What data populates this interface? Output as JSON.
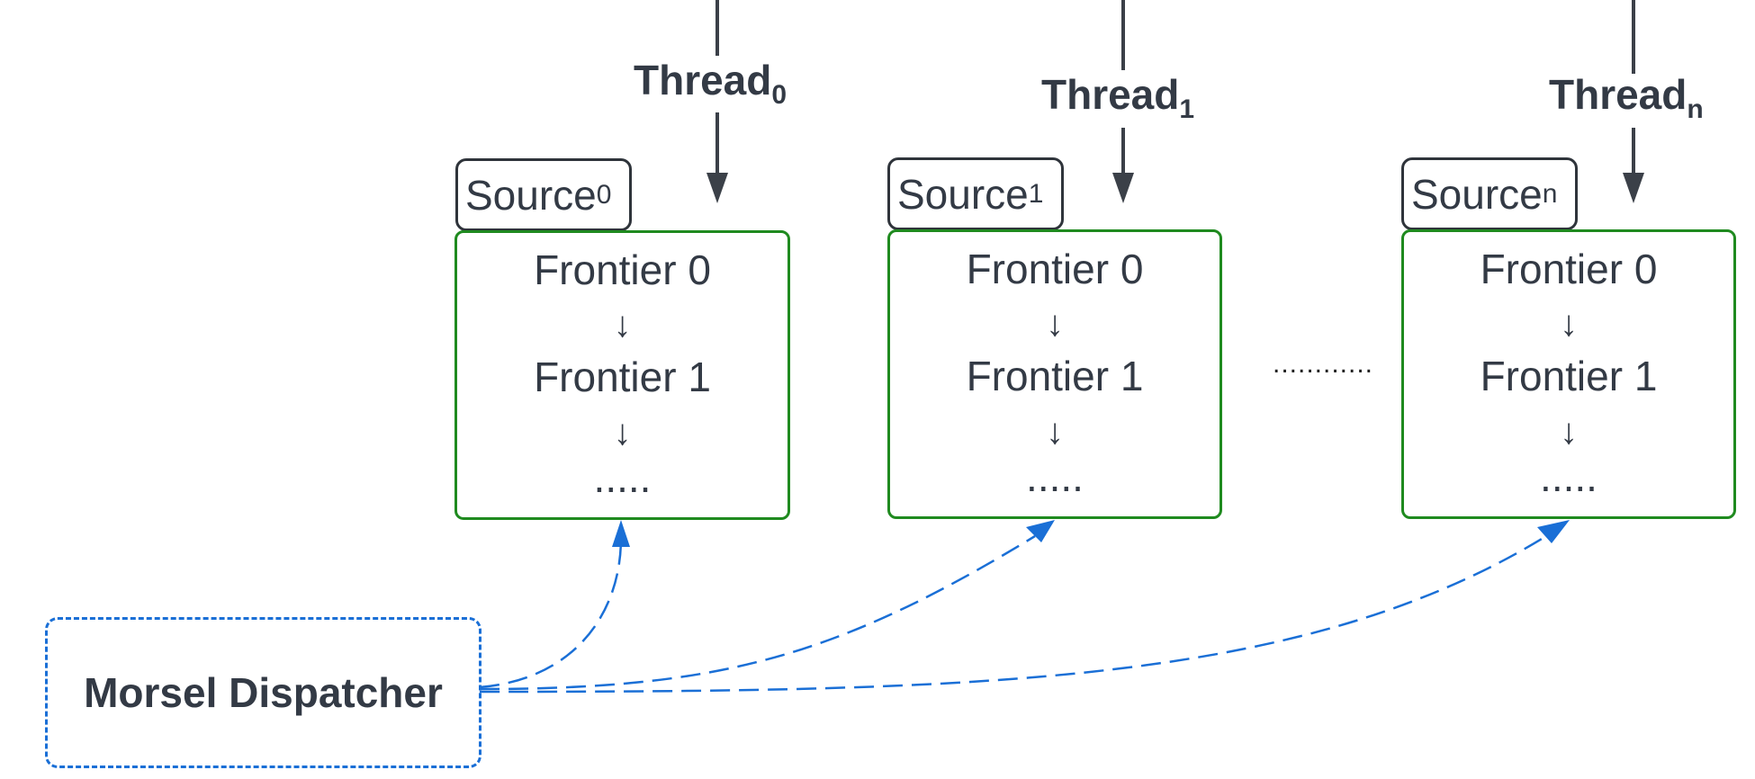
{
  "threads": [
    {
      "label": "Thread",
      "sub": "0"
    },
    {
      "label": "Thread",
      "sub": "1"
    },
    {
      "label": "Thread",
      "sub": "n"
    }
  ],
  "sources": [
    {
      "label": "Source",
      "sub": "0"
    },
    {
      "label": "Source",
      "sub": "1"
    },
    {
      "label": "Source",
      "sub": "n"
    }
  ],
  "frontier": {
    "line0": "Frontier 0",
    "arrow": "↓",
    "line1": "Frontier 1",
    "more": "....."
  },
  "between_ellipsis": "............",
  "dispatcher": {
    "label": "Morsel Dispatcher"
  },
  "colors": {
    "dark": "#333a45",
    "frontier_border": "#1f8a1f",
    "dispatch": "#1a6fd6"
  }
}
